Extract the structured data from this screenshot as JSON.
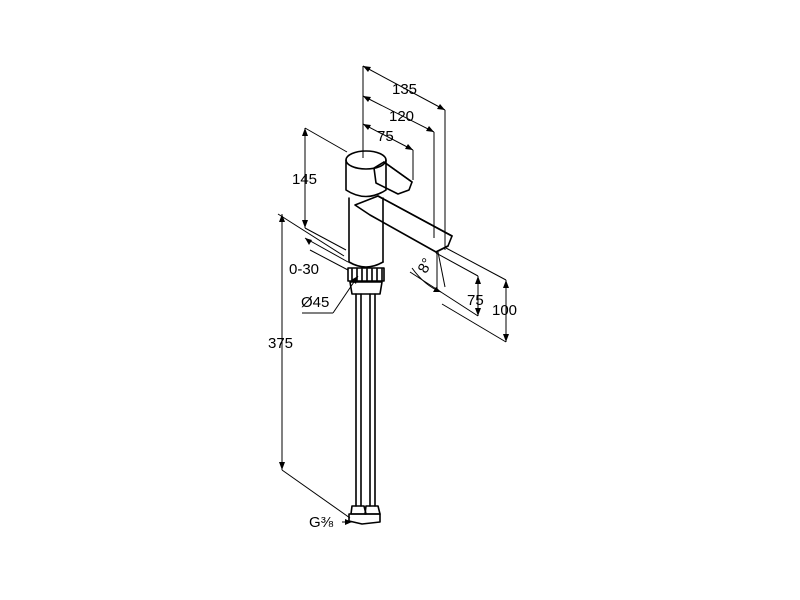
{
  "dimensions": {
    "d135": "135",
    "d120": "120",
    "d75_top": "75",
    "d145": "145",
    "d0_30": "0-30",
    "d_diameter": "Ø45",
    "d375": "375",
    "d_angle": "8°",
    "d75_spout": "75",
    "d100": "100",
    "d_thread": "G⅜"
  }
}
